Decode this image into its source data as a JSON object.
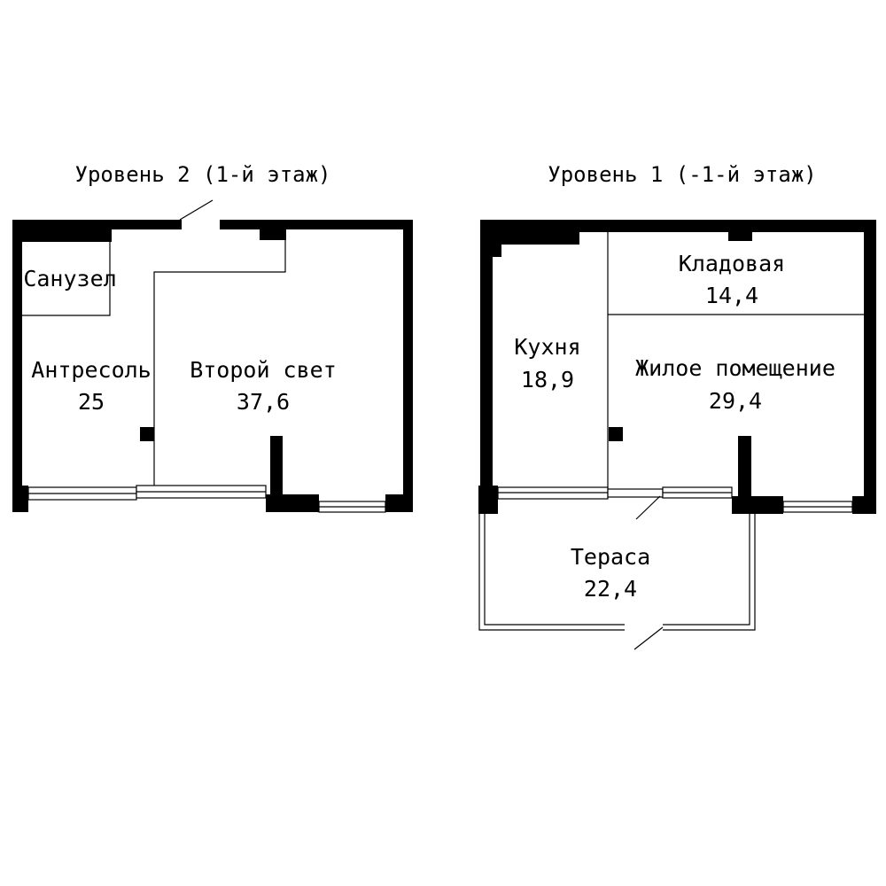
{
  "level2": {
    "title": "Уровень 2 (1-й этаж)",
    "rooms": {
      "bathroom": {
        "name": "Санузел"
      },
      "mezzanine": {
        "name": "Антресоль",
        "area": "25"
      },
      "double_height": {
        "name": "Второй свет",
        "area": "37,6"
      }
    }
  },
  "level1": {
    "title": "Уровень 1 (-1-й этаж)",
    "rooms": {
      "storage": {
        "name": "Кладовая",
        "area": "14,4"
      },
      "kitchen": {
        "name": "Кухня",
        "area": "18,9"
      },
      "living": {
        "name": "Жилое помещение",
        "area": "29,4"
      },
      "terrace": {
        "name": "Тераса",
        "area": "22,4"
      }
    }
  },
  "colors": {
    "wall": "#000000",
    "background": "#ffffff"
  }
}
